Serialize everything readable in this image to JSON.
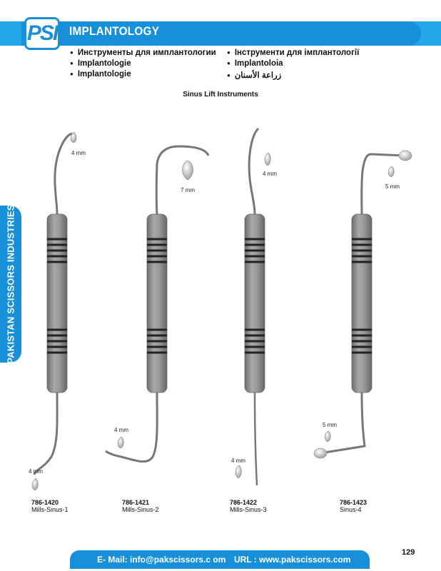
{
  "header": {
    "logo_text": "PSI",
    "title": "IMPLANTOLOGY"
  },
  "languages": [
    "Инструменты для имплантологии",
    "Implantologie",
    "Implantologie",
    "Інструменти для імплантології",
    "Implantoloia",
    "زراعة الأسنان"
  ],
  "subtitle": "Sinus Lift Instruments",
  "side_tab": "PAKISTAN SCISSORS INDUSTRIES",
  "instruments": [
    {
      "code": "786-1420",
      "name": "Mills-Sinus-1",
      "tip_top": "4 mm",
      "tip_bottom": "4 mm"
    },
    {
      "code": "786-1421",
      "name": "Mills-Sinus-2",
      "tip_top": "7 mm",
      "tip_bottom": "4 mm"
    },
    {
      "code": "786-1422",
      "name": "Mills-Sinus-3",
      "tip_top": "4 mm",
      "tip_bottom": "4 mm"
    },
    {
      "code": "786-1423",
      "name": "Sinus-4",
      "tip_top": "5 mm",
      "tip_bottom": "5 mm"
    }
  ],
  "footer": {
    "email": "E- Mail: info@pakscissors.c om",
    "url": "URL  :  www.pakscissors.com",
    "page_number": "129"
  },
  "colors": {
    "brand_blue": "#1890d9",
    "band_blue": "#22a7e8",
    "handle_gray": "#8c8c8c"
  }
}
